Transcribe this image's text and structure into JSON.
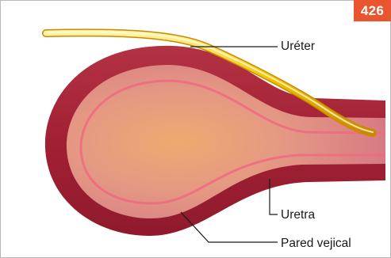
{
  "figure": {
    "number": "426"
  },
  "labels": {
    "ureter": "Uréter",
    "uretra": "Uretra",
    "pared_vejical": "Pared vejical"
  },
  "colors": {
    "badge": "#e8552f",
    "bladder_wall": "#a8283a",
    "bladder_interior": "#e9a07e",
    "inner_line": "#f06b80",
    "ureter_tube": "#f2c400",
    "leader_line": "#1a1a1a"
  }
}
